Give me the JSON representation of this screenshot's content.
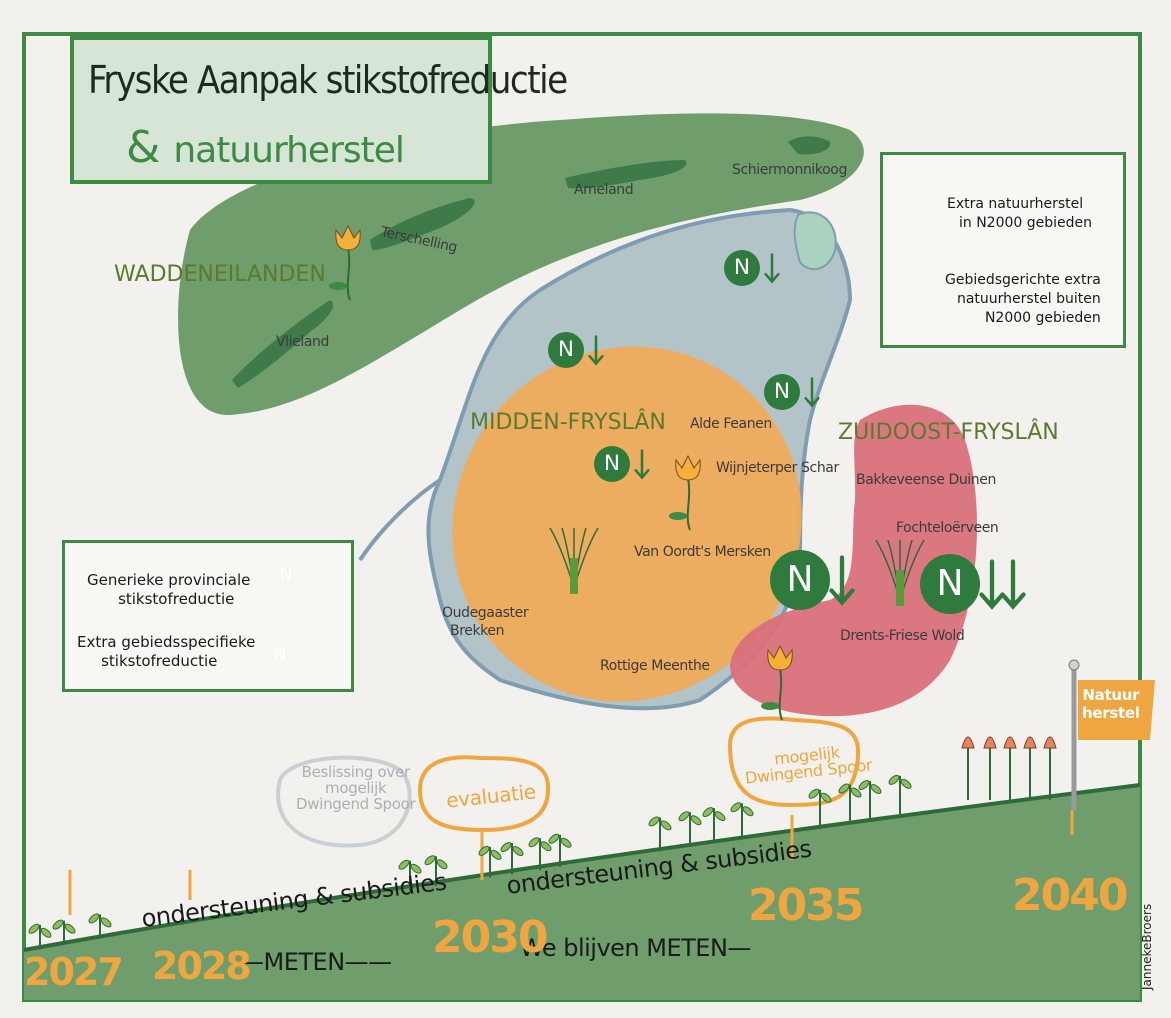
{
  "title": {
    "line1": "Fryske Aanpak stikstofreductie",
    "amp": "&",
    "line2": "natuurherstel"
  },
  "legend_top": {
    "item1": "Extra natuurherstel in N2000 gebieden",
    "item1_line1": "Extra natuurherstel",
    "item1_line2": "in N2000 gebieden",
    "item2_line1": "Gebiedsgerichte extra",
    "item2_line2": "natuurherstel buiten",
    "item2_line3": "N2000 gebieden"
  },
  "legend_bottom": {
    "item1_line1": "Generieke provinciale",
    "item1_line2": "stikstofreductie",
    "item2_line1": "Extra gebiedsspecifieke",
    "item2_line2": "stikstofreductie"
  },
  "regions": {
    "wadden": "WADDENEILANDEN",
    "midden": "MIDDEN-FRYSLÂN",
    "zuidoost": "ZUIDOOST-FRYSLÂN"
  },
  "places": {
    "terschelling": "Terschelling",
    "vlieland": "Vlieland",
    "ameland": "Ameland",
    "schiermonnikoog": "Schiermonnikoog",
    "alde_feanen": "Alde Feanen",
    "wijnjeterper_schar": "Wijnjeterper Schar",
    "van_oordts_mersken": "Van Oordt's Mersken",
    "oudegaaster_brekken_1": "Oudegaaster",
    "oudegaaster_brekken_2": "Brekken",
    "rottige_meenthe": "Rottige Meenthe",
    "bakkeveense_duinen": "Bakkeveense Duinen",
    "fochteloerveen": "Fochteloërveen",
    "drents_friese_wold": "Drents-Friese Wold"
  },
  "n_symbol": "N",
  "timeline": {
    "years": [
      "2027",
      "2028",
      "2030",
      "2035",
      "2040"
    ],
    "support1": "ondersteuning & subsidies",
    "support2": "ondersteuning & subsidies",
    "meten": "METEN",
    "blijven_meten": "We blijven METEN",
    "decision_line1": "Beslissing over",
    "decision_line2": "mogelijk",
    "decision_line3": "Dwingend Spoor",
    "evaluatie": "evaluatie",
    "mogelijk_line1": "mogelijk",
    "mogelijk_line2": "Dwingend Spoor",
    "flag_line1": "Natuur",
    "flag_line2": "herstel"
  },
  "signature": "JannekeBroers",
  "colors": {
    "frame": "#3d8a45",
    "wadden_green": "#6f9e6c",
    "frisian_blue": "#b3c4c9",
    "midden_orange": "#efac5c",
    "zuidoost_red": "#d9707a",
    "n_circle": "#2f7a3d",
    "year_orange": "#f0a640"
  }
}
